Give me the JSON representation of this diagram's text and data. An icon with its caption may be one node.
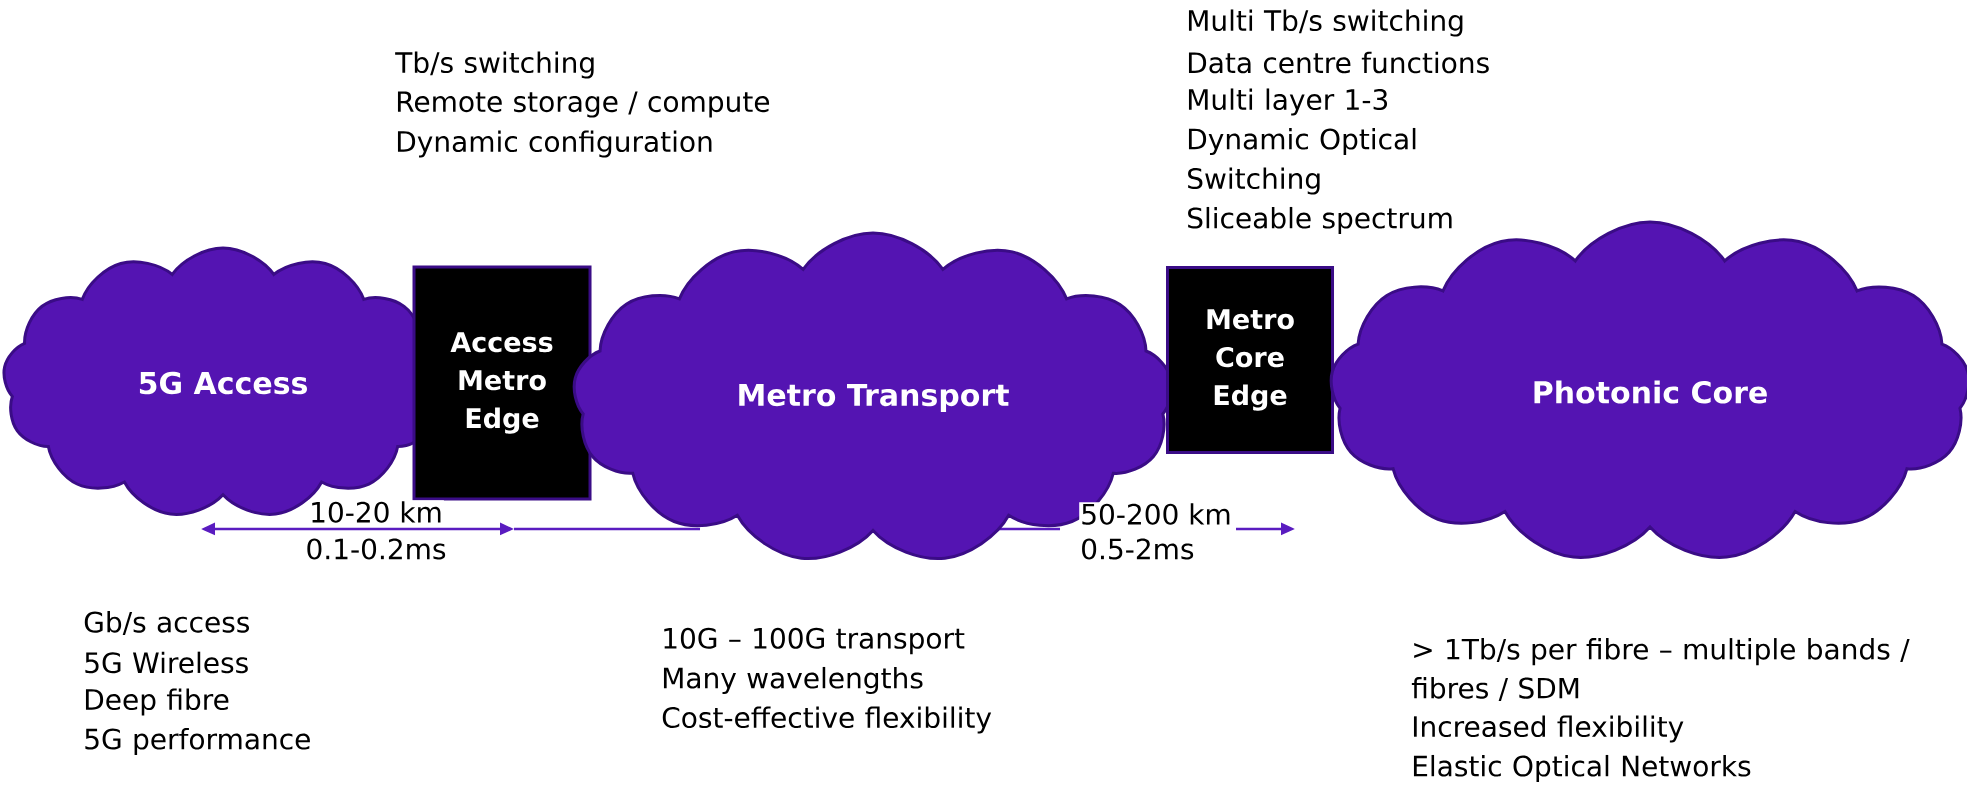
{
  "diagram": {
    "nodes": [
      {
        "text": [
          "5G Access"
        ],
        "beside": [
          "Gb/s access",
          "5G Wireless",
          "Deep fibre",
          "5G performance"
        ]
      },
      {
        "text": [
          "Access Metro Edge"
        ],
        "beside": [
          "Tb/s switching",
          "Remote storage / compute",
          "Dynamic configuration"
        ]
      },
      {
        "text": [
          "Metro Transport"
        ],
        "beside": [
          "10G – 100G transport",
          "Many wavelengths",
          "Cost-effective flexibility"
        ]
      },
      {
        "text": [
          "Metro Core Edge"
        ],
        "beside": [
          "Multi Tb/s switching",
          "Data centre functions",
          "Multi layer 1-3",
          "Dynamic Optical",
          "Switching",
          "Sliceable spectrum"
        ]
      },
      {
        "text": [
          "Photonic Core"
        ],
        "beside": [
          "> 1Tb/s per fibre – multiple bands / fibres / SDM",
          "Increased flexibility",
          "Elastic Optical Networks"
        ]
      }
    ],
    "labels": [
      "10-20 km",
      "0.1-0.2ms",
      "50-200 km",
      "0.5-2ms"
    ]
  }
}
